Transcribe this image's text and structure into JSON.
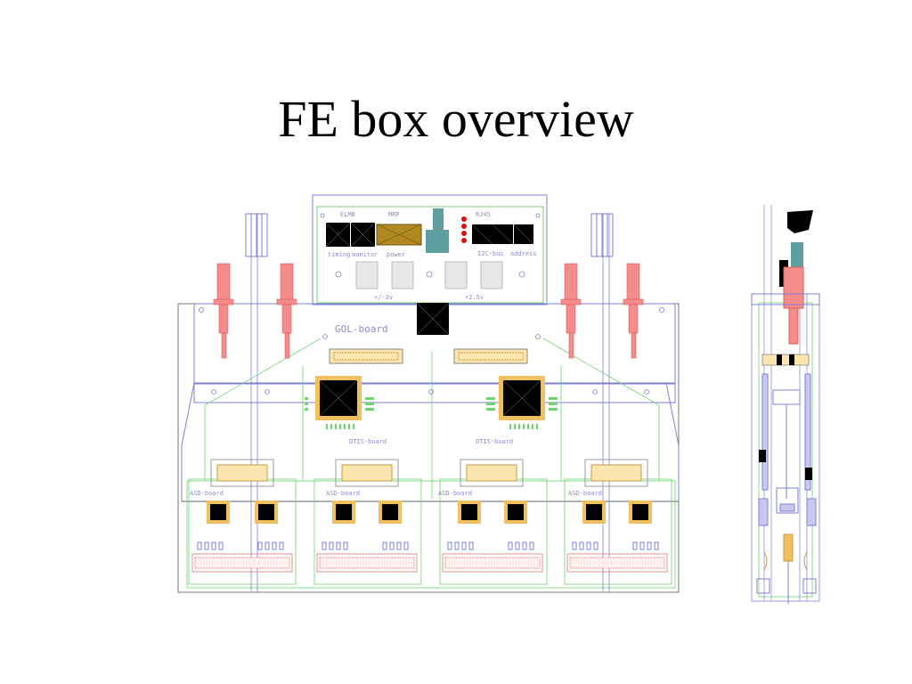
{
  "slide": {
    "title": "FE box overview"
  },
  "labels": {
    "elmb": "ELMB",
    "mrp": "MRP",
    "rj": "RJ45",
    "timing": "timing",
    "monitor": "monitor",
    "power": "power",
    "i2c_bus": "I2C-bus",
    "address": "address",
    "minus_volt": "+/-3v",
    "plus_volt": "+2.5v",
    "gol_board": "GOL-board",
    "dtis_left": "DTIS-board",
    "dtis_right": "DTIS-board",
    "asd_1": "ASD-board",
    "asd_2": "ASD-board",
    "asd_3": "ASD-board",
    "asd_4": "ASD-board"
  },
  "colors": {
    "board_green": "#6fd46f",
    "outline_blue": "#7f7fd8",
    "connector_red": "#f07878",
    "chip_black": "#000000",
    "pad_orange": "#f0c060",
    "teal": "#5f9f9f",
    "brown": "#b08a20"
  }
}
